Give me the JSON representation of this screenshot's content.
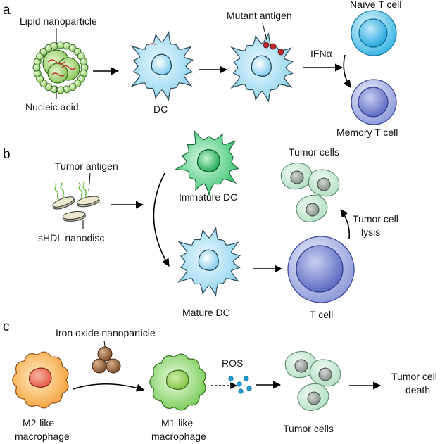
{
  "panels": {
    "a": {
      "letter": "a",
      "lipid_nanoparticle": "Lipid nanoparticle",
      "nucleic_acid": "Nucleic acid",
      "dc": "DC",
      "mutant_antigen": "Mutant antigen",
      "ifn": "IFNα",
      "naive_t_cell": "Naïve T cell",
      "memory_t_cell": "Memory T cell"
    },
    "b": {
      "letter": "b",
      "tumor_antigen": "Tumor antigen",
      "shdl_nanodisc": "sHDL nanodisc",
      "immature_dc": "Immature DC",
      "mature_dc": "Mature DC",
      "tumor_cells": "Tumor cells",
      "tumor_cell_lysis_1": "Tumor cell",
      "tumor_cell_lysis_2": "lysis",
      "t_cell": "T cell"
    },
    "c": {
      "letter": "c",
      "iron_oxide": "Iron oxide nanoparticle",
      "m2_line1": "M2-like",
      "m2_line2": "macrophage",
      "m1_line1": "M1-like",
      "m1_line2": "macrophage",
      "ros": "ROS",
      "tumor_cells": "Tumor cells",
      "death_line1": "Tumor cell",
      "death_line2": "death"
    }
  },
  "colors": {
    "dc_blue": "#9fdcf2",
    "immature_green": "#3fd07a",
    "naive_t": "#3fbbe8",
    "memory_t": "#8a97d8",
    "tumor_green": "#bfe6cf",
    "m2_orange": "#f6a23a",
    "m1_green": "#7fcf5a",
    "iron_brown": "#9a6a45",
    "ros_blue": "#1e9ad6",
    "mutant_red": "#c0272d"
  }
}
